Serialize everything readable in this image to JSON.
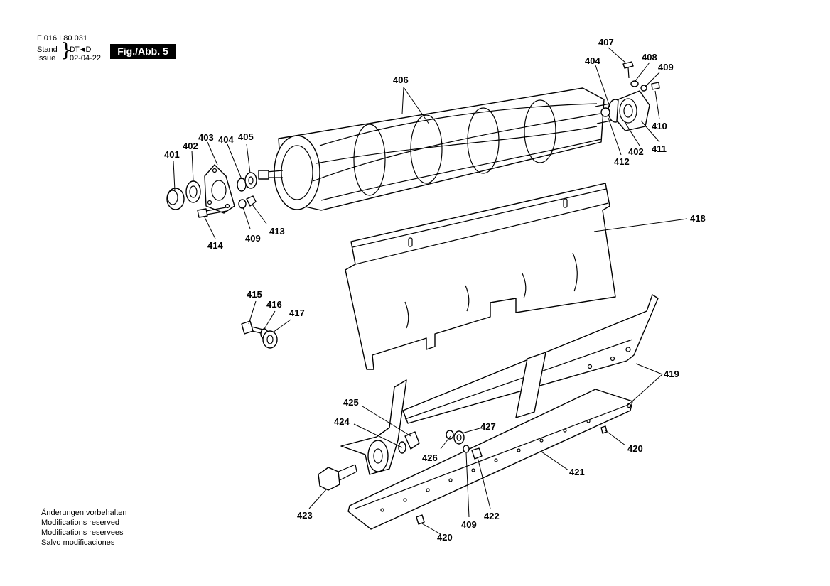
{
  "header": {
    "doc_number": "F 016 L80 031",
    "stand_label": "Stand",
    "issue_label": "Issue",
    "stand_value": "DT◄D",
    "issue_date": "02-04-22",
    "figure_label": "Fig./Abb. 5"
  },
  "footer": {
    "notes": [
      "Änderungen vorbehalten",
      "Modifications reserved",
      "Modifications reservees",
      "Salvo modificaciones"
    ]
  },
  "callouts": {
    "c401": "401",
    "c402a": "402",
    "c403": "403",
    "c404a": "404",
    "c405": "405",
    "c406": "406",
    "c407": "407",
    "c404b": "404",
    "c408": "408",
    "c409a": "409",
    "c410": "410",
    "c411": "411",
    "c402b": "402",
    "c412": "412",
    "c414": "414",
    "c409b": "409",
    "c413": "413",
    "c418": "418",
    "c415": "415",
    "c416": "416",
    "c417": "417",
    "c419": "419",
    "c425": "425",
    "c424": "424",
    "c427": "427",
    "c426": "426",
    "c420a": "420",
    "c421": "421",
    "c423": "423",
    "c409c": "409",
    "c422": "422",
    "c420b": "420"
  }
}
